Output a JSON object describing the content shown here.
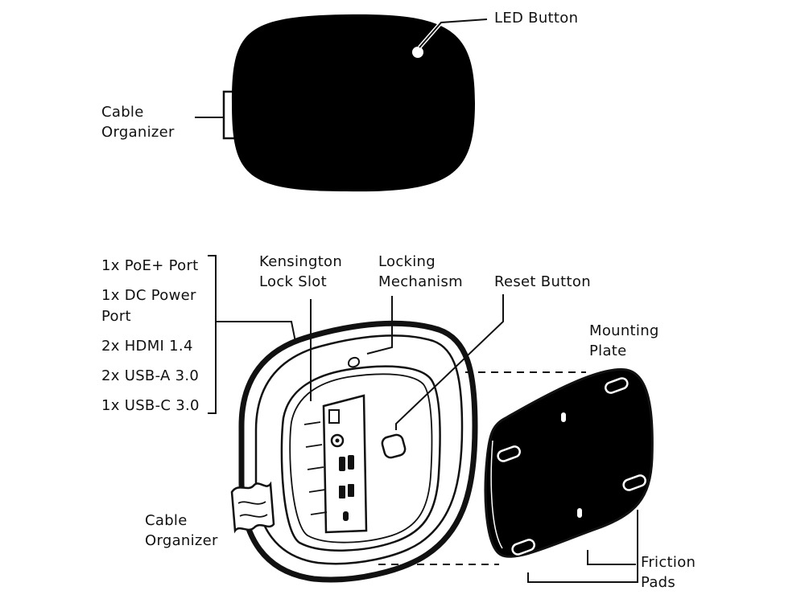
{
  "colors": {
    "ink": "#111111",
    "background": "#ffffff",
    "device_fill": "#000000"
  },
  "top_view": {
    "led_button": "LED Button",
    "cable_organizer": [
      "Cable",
      "Organizer"
    ]
  },
  "bottom_view": {
    "ports": [
      "1x PoE+ Port",
      "1x DC Power",
      "Port",
      "2x HDMI 1.4",
      "2x USB-A 3.0",
      "1x USB-C 3.0"
    ],
    "kensington": [
      "Kensington",
      "Lock Slot"
    ],
    "locking": [
      "Locking",
      "Mechanism"
    ],
    "reset_button": "Reset Button",
    "mounting_plate": [
      "Mounting",
      "Plate"
    ],
    "cable_organizer": [
      "Cable",
      "Organizer"
    ],
    "friction_pads": [
      "Friction",
      "Pads"
    ]
  }
}
